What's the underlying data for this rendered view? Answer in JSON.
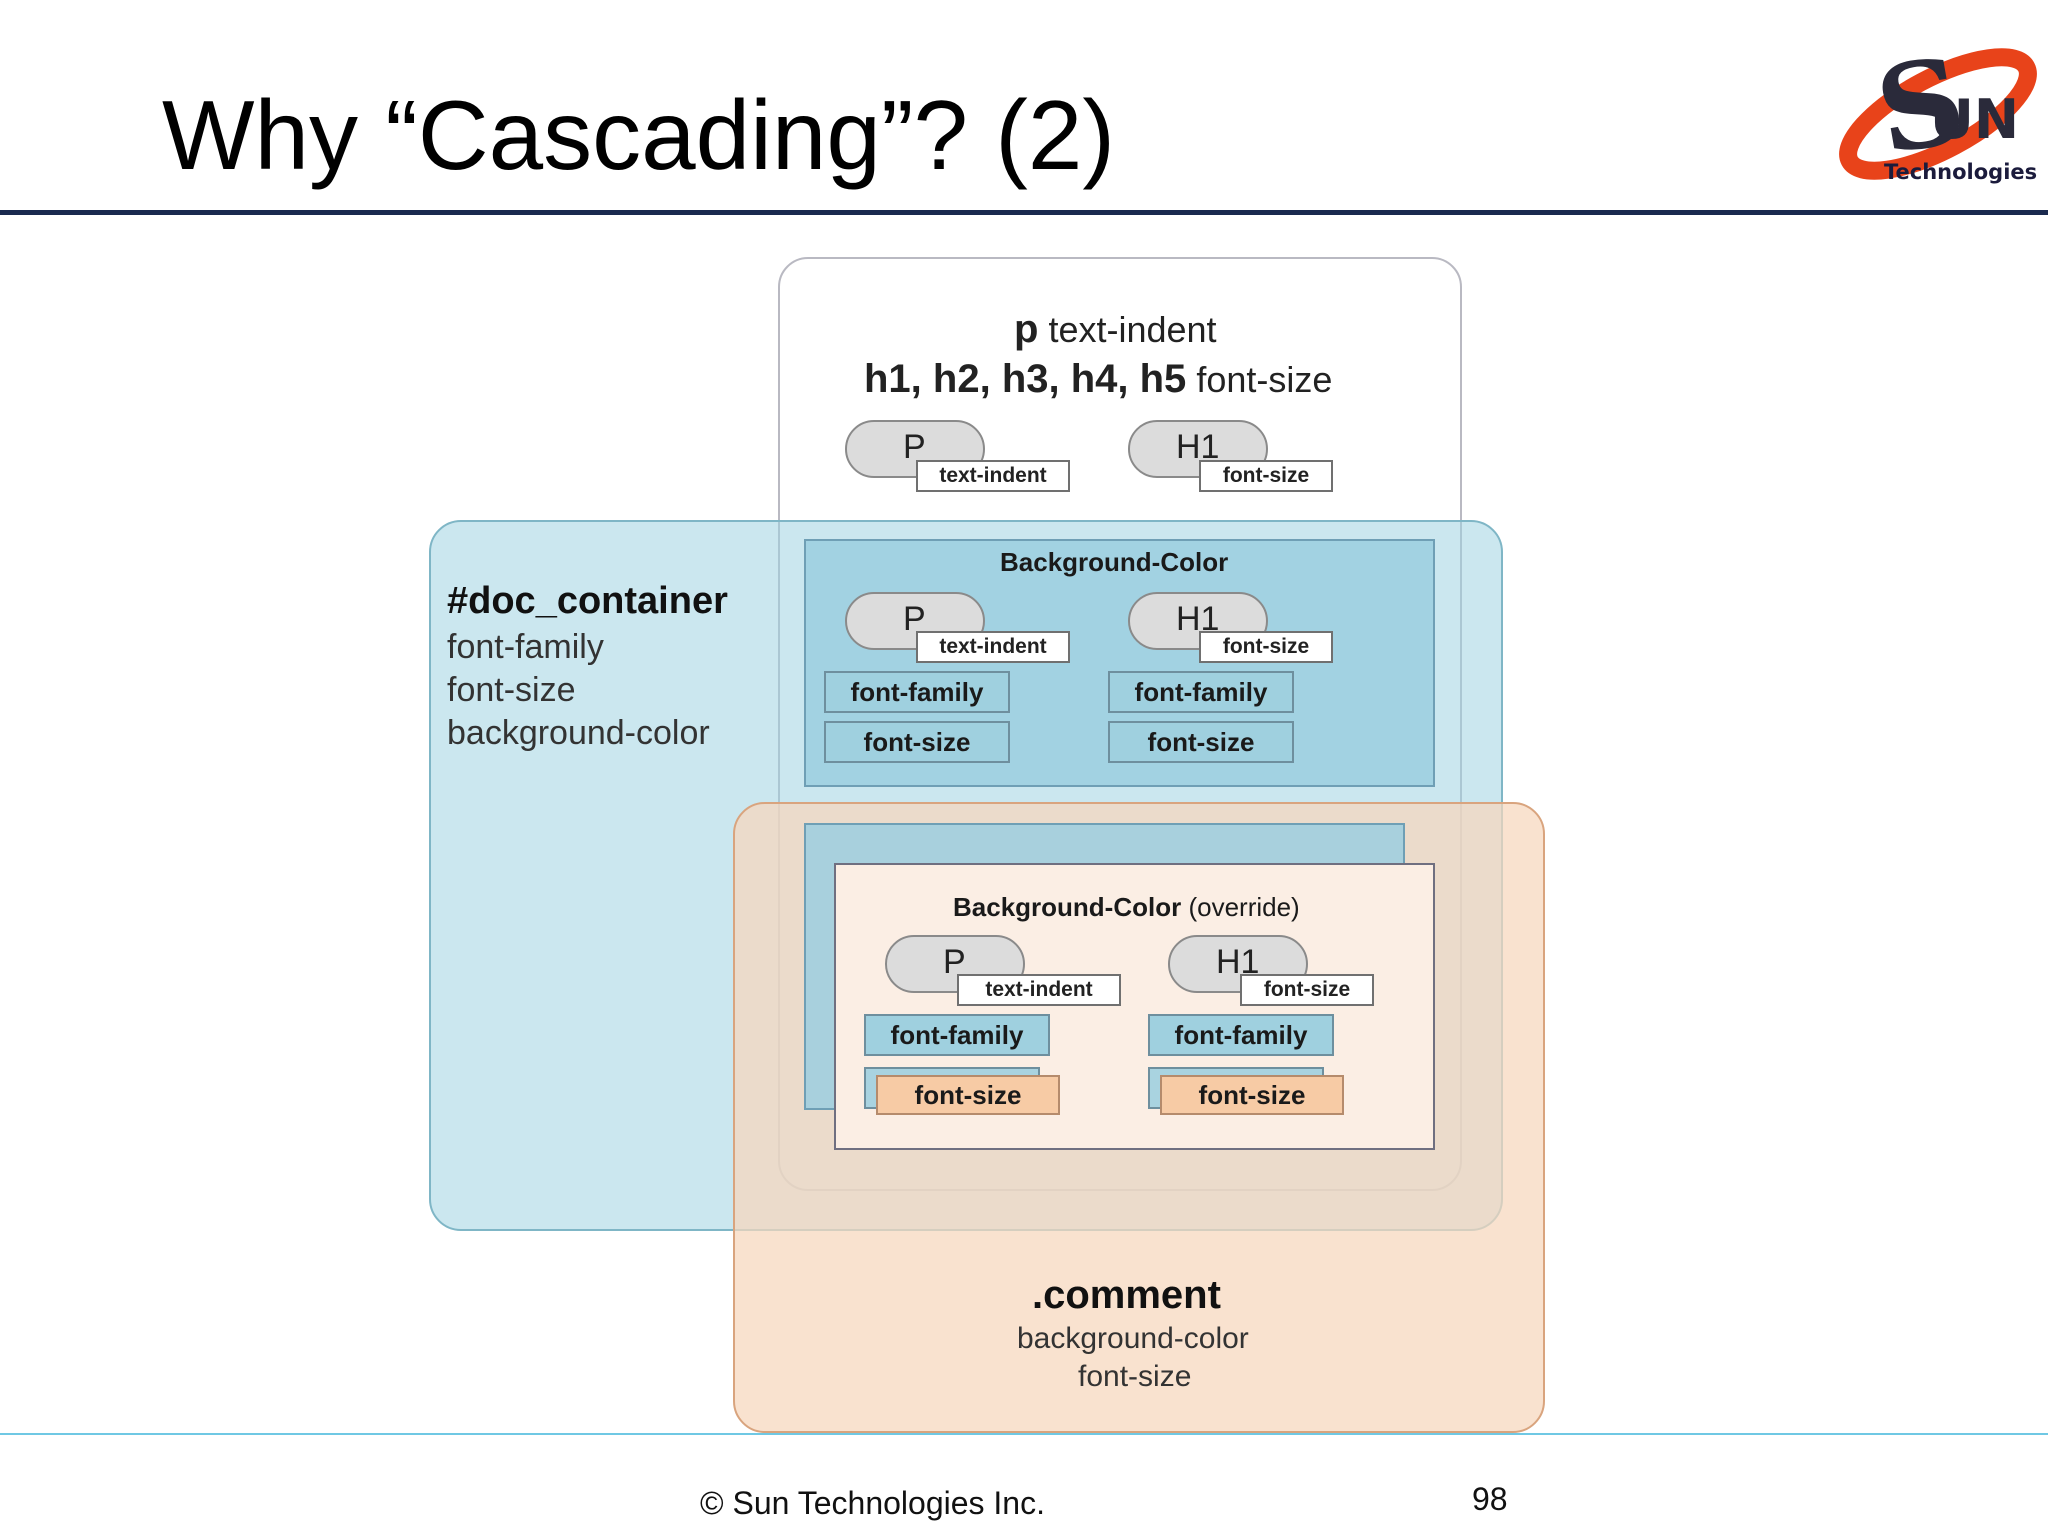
{
  "slide": {
    "title": "Why “Cascading”? (2)",
    "footer": "© Sun Technologies Inc.",
    "page_number": "98",
    "logo_text": "Technologies"
  },
  "diagram": {
    "top": {
      "p_tag": "p",
      "p_prop": "text-indent",
      "h_tags": "h1, h2, h3, h4, h5",
      "h_prop": "font-size",
      "p_pill": "P",
      "p_tag_label": "text-indent",
      "h_pill": "H1",
      "h_tag_label": "font-size"
    },
    "doc_container": {
      "name": "#doc_container",
      "props": [
        "font-family",
        "font-size",
        "background-color"
      ]
    },
    "bg_section": {
      "title": "Background-Color",
      "p_pill": "P",
      "p_tag_label": "text-indent",
      "h_pill": "H1",
      "h_tag_label": "font-size",
      "left_props": [
        "font-family",
        "font-size"
      ],
      "right_props": [
        "font-family",
        "font-size"
      ]
    },
    "override_section": {
      "title": "Background-Color",
      "title_note": "(override)",
      "p_pill": "P",
      "p_tag_label": "text-indent",
      "h_pill": "H1",
      "h_tag_label": "font-size",
      "left_props": [
        "font-family",
        "font-size"
      ],
      "right_props": [
        "font-family",
        "font-size"
      ]
    },
    "comment": {
      "name": ".comment",
      "props": [
        "background-color",
        "font-size"
      ]
    }
  }
}
